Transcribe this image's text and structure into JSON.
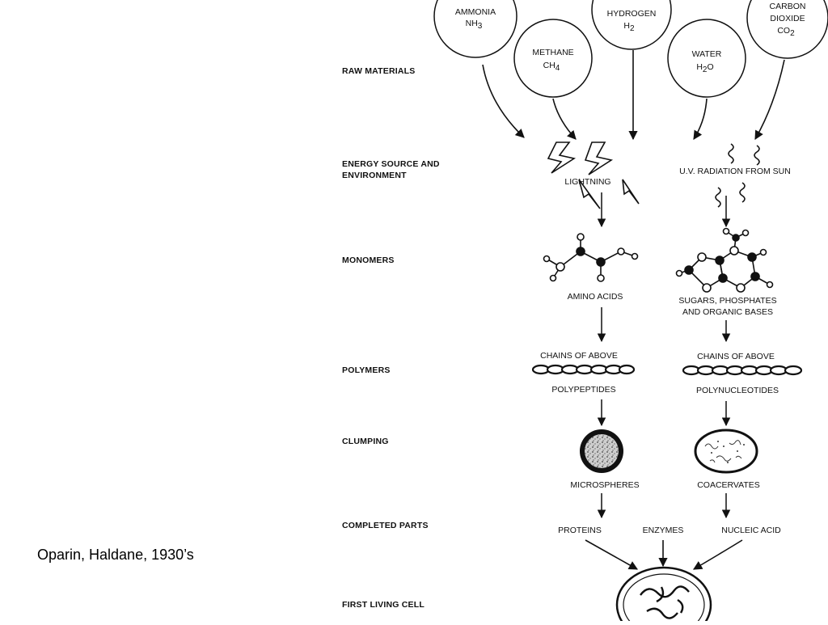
{
  "caption": "Oparin, Haldane, 1930’s",
  "stages": {
    "raw_materials": "RAW MATERIALS",
    "energy_line1": "ENERGY SOURCE AND",
    "energy_line2": "ENVIRONMENT",
    "monomers": "MONOMERS",
    "polymers": "POLYMERS",
    "clumping": "CLUMPING",
    "completed_parts": "COMPLETED PARTS",
    "first_living_cell": "FIRST LIVING CELL"
  },
  "raw": {
    "ammonia": "AMMONIA",
    "ammonia_formula": "NH",
    "ammonia_sub": "3",
    "methane": "METHANE",
    "methane_formula": "CH",
    "methane_sub": "4",
    "hydrogen": "HYDROGEN",
    "hydrogen_formula": "H",
    "hydrogen_sub": "2",
    "water": "WATER",
    "water_formula": "H",
    "water_sub": "2",
    "water_formula_tail": "O",
    "carbon_line1": "CARBON",
    "carbon_line2": "DIOXIDE",
    "carbon_formula": "CO",
    "carbon_sub": "2"
  },
  "energy": {
    "lightning": "LIGHTNING",
    "uv": "U.V. RADIATION FROM SUN"
  },
  "monomers": {
    "amino_acids": "AMINO ACIDS",
    "sugars_line1": "SUGARS, PHOSPHATES",
    "sugars_line2": "AND ORGANIC BASES"
  },
  "polymers": {
    "chains_left": "CHAINS OF ABOVE",
    "chains_right": "CHAINS OF ABOVE",
    "polypeptides": "POLYPEPTIDES",
    "polynucleotides": "POLYNUCLEOTIDES"
  },
  "clumping": {
    "microspheres": "MICROSPHERES",
    "coacervates": "COACERVATES"
  },
  "parts": {
    "proteins": "PROTEINS",
    "enzymes": "ENZYMES",
    "nucleic_acid": "NUCLEIC ACID"
  }
}
